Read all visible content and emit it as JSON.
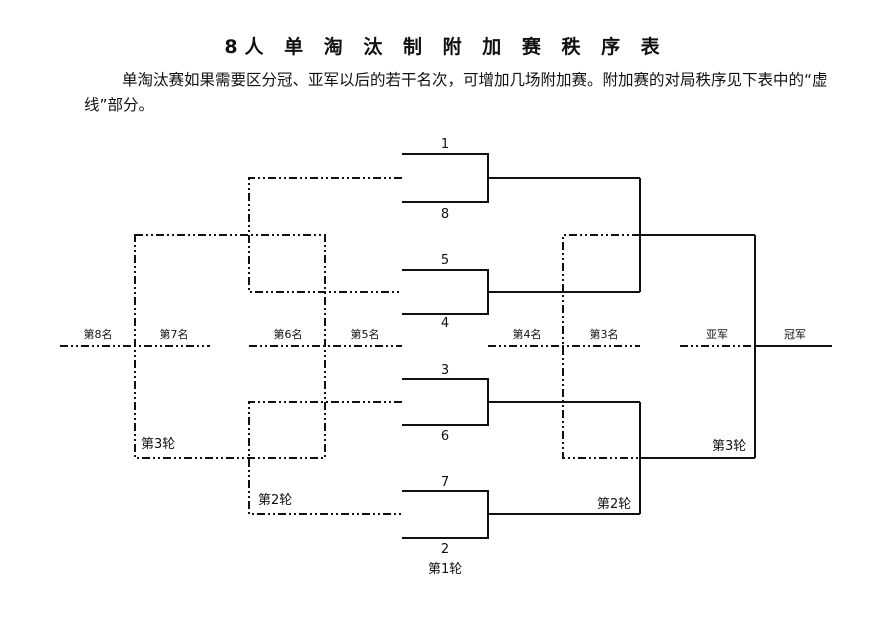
{
  "title": "8人 单 淘 汰 制 附 加 赛 秩 序 表",
  "description": "单淘汰赛如果需要区分冠、亚军以后的若干名次，可增加几场附加赛。附加赛的对局秩序见下表中的“虚线”部分。",
  "seeds": [
    "1",
    "8",
    "5",
    "4",
    "3",
    "6",
    "7",
    "2"
  ],
  "placements": {
    "p8": "第8名",
    "p7": "第7名",
    "p6": "第6名",
    "p5": "第5名",
    "p4": "第4名",
    "p3": "第3名",
    "runner_up": "亚军",
    "champion": "冠军"
  },
  "rounds": {
    "r1": "第1轮",
    "r2_left": "第2轮",
    "r3_left": "第3轮",
    "r2_right": "第2轮",
    "r3_right": "第3轮"
  }
}
